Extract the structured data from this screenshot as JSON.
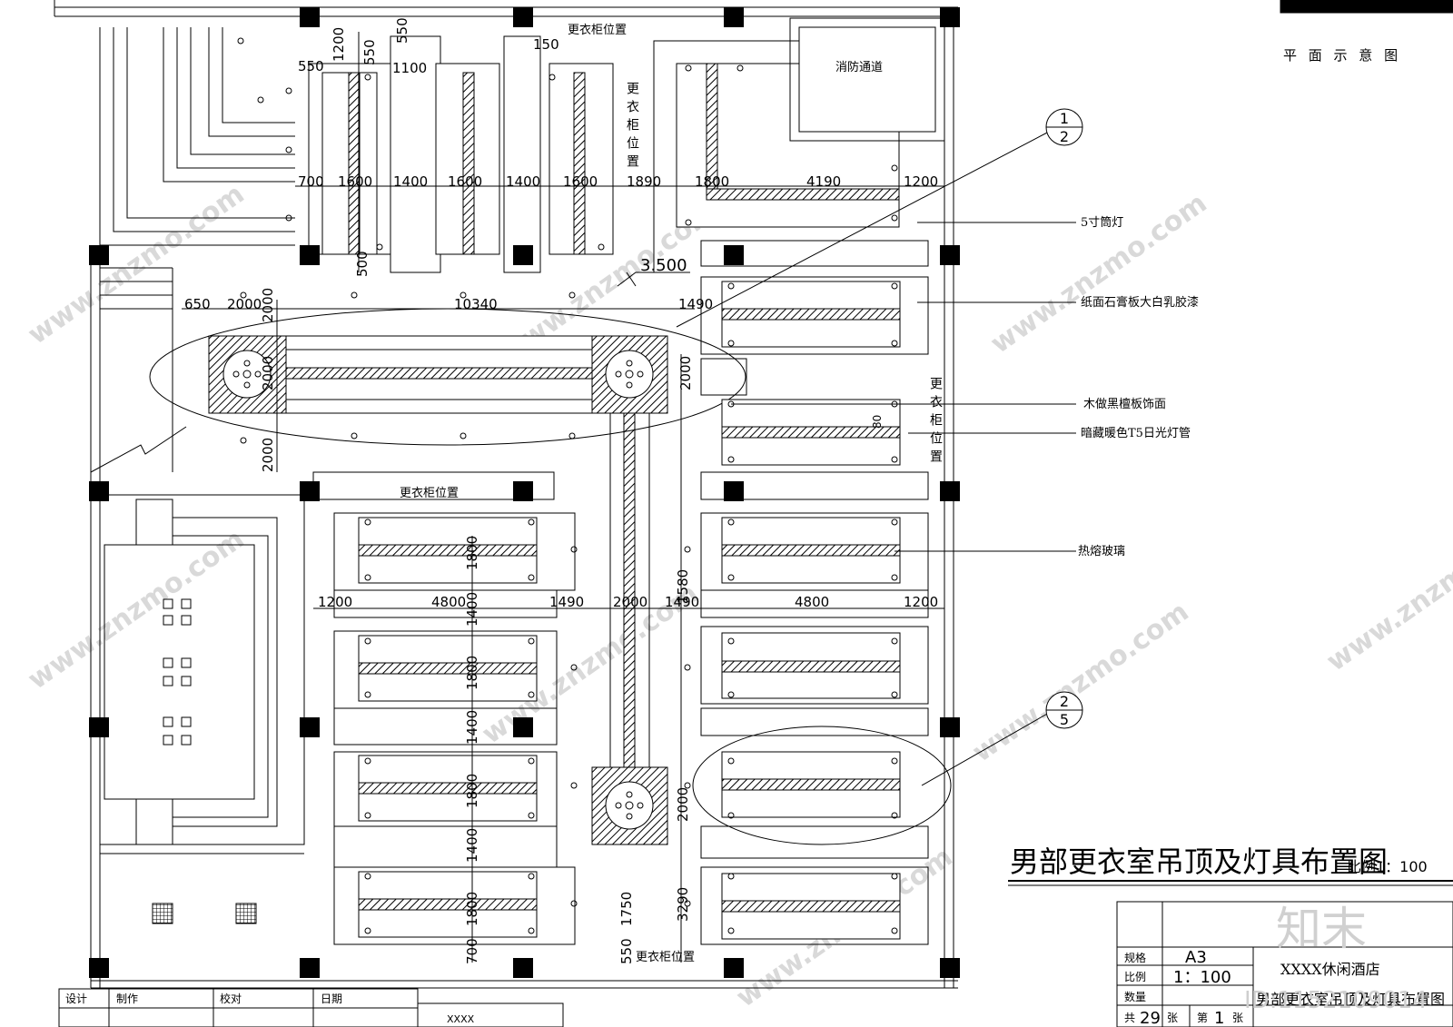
{
  "header": {
    "plan_label": "平 面 示 意 图"
  },
  "drawing": {
    "title": "男部更衣室吊顶及灯具布置图",
    "scale_label": "比例1：100"
  },
  "room_labels": {
    "fire_passage": "消防通道",
    "locker_top": "更衣柜位置",
    "locker_vertical_top": "更衣柜位置",
    "locker_vertical_right": "更衣柜位置",
    "locker_middle": "更衣柜位置",
    "locker_bottom": "更衣柜位置"
  },
  "elevation": "3.500",
  "callouts": [
    {
      "id": "callout-1-2",
      "top": "1",
      "bottom": "2"
    },
    {
      "id": "callout-2-5",
      "top": "2",
      "bottom": "5"
    }
  ],
  "annotations": [
    "5寸筒灯",
    "纸面石膏板大白乳胶漆",
    "木做黑檀板饰面",
    "暗藏暖色T5日光灯管",
    "热熔玻璃"
  ],
  "dimensions": {
    "top_row": [
      "700",
      "1600",
      "1400",
      "1600",
      "1400",
      "1600",
      "1890",
      "1800",
      "4190",
      "1200"
    ],
    "top_vertical": [
      "1200",
      "550",
      "550",
      "550",
      "1100",
      "150",
      "500"
    ],
    "middle_row": [
      "650",
      "2000",
      "10340",
      "1490",
      "2000",
      "2000",
      "2000",
      "2000"
    ],
    "lower_row": [
      "1200",
      "4800",
      "1490",
      "2000",
      "1490",
      "4800",
      "1200"
    ],
    "vertical_left": [
      "1800",
      "1400",
      "1800",
      "1400",
      "1800",
      "1400",
      "1800",
      "700"
    ],
    "vertical_center": [
      "1580",
      "2000",
      "3290",
      "1750",
      "550"
    ],
    "misc": [
      "80"
    ]
  },
  "title_block": {
    "spec_label": "规格",
    "spec_value": "A3",
    "scale_label": "比例",
    "scale_value": "1：100",
    "count_label": "数量",
    "total_prefix": "共",
    "total_value": "29",
    "total_suffix": "张",
    "sheet_prefix": "第",
    "sheet_value": "1",
    "sheet_suffix": "张",
    "project_name": "XXXX休闲酒店",
    "drawing_name": "男部更衣室吊顶及灯具布置图"
  },
  "sign_row": {
    "design": "设计",
    "make": "制作",
    "check": "校对",
    "date": "日期",
    "code": "XXXX"
  },
  "watermark": {
    "brand": "知末",
    "site": "www.znzmo.com",
    "id_text": "ID:1152109014"
  }
}
